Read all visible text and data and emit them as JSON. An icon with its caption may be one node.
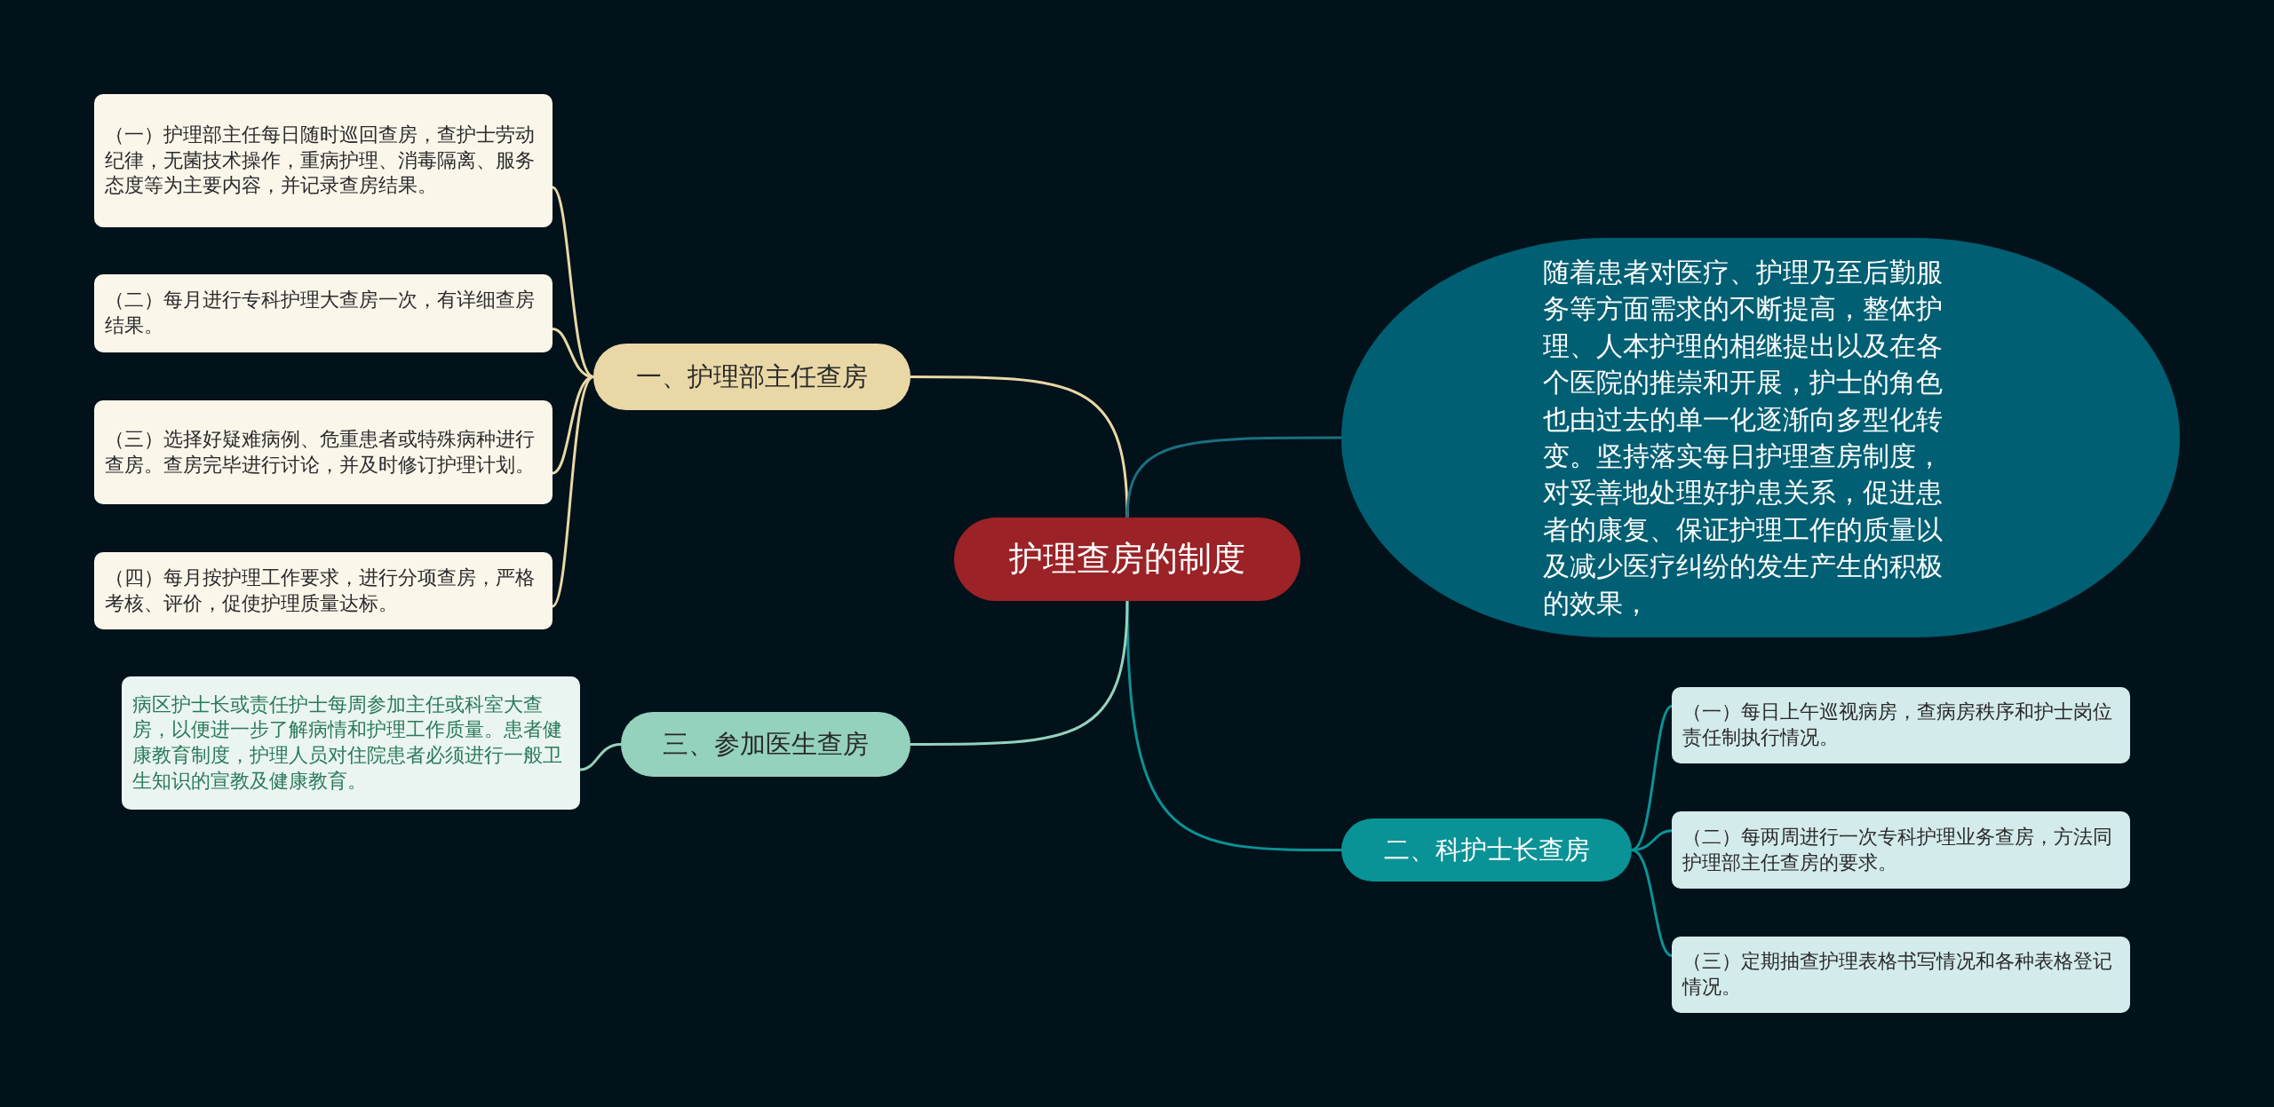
{
  "diagram": {
    "nodes": [
      {
        "text": [
          "护理查房的制度"
        ]
      },
      {
        "text": [
          "一、护理部主任查房"
        ]
      },
      {
        "text": [
          "（一）护理部主任每日随时巡回查房，查护士劳动纪律，无菌技术操作，重病护理、消毒隔离、服务态度等为主要内容，并记录查房结果。"
        ]
      },
      {
        "text": [
          "（二）每月进行专科护理大查房一次，有详细查房结果。"
        ]
      },
      {
        "text": [
          "（三）选择好疑难病例、危重患者或特殊病种进行查房。查房完毕进行讨论，并及时修订护理计划。"
        ]
      },
      {
        "text": [
          "（四）每月按护理工作要求，进行分项查房，严格考核、评价，促使护理质量达标。"
        ]
      },
      {
        "text": [
          "随着患者对医疗、护理乃至后勤服务等方面需求的不断提高，整体护理、人本护理的相继提出以及在各个医院的推崇和开展，护士的角色也由过去的单一化逐渐向多型化转变。坚持落实每日护理查房制度，对妥善地处理好护患关系，促进患者的康复、保证护理工作的质量以及减少医疗纠纷的发生产生的积极的效果，"
        ]
      },
      {
        "text": [
          "二、科护士长查房"
        ]
      },
      {
        "text": [
          "（一）每日上午巡视病房，查病房秩序和护士岗位责任制执行情况。"
        ]
      },
      {
        "text": [
          "（二）每两周进行一次专科护理业务查房，方法同护理部主任查房的要求。"
        ]
      },
      {
        "text": [
          "（三）定期抽查护理表格书写情况和各种表格登记情况。"
        ]
      },
      {
        "text": [
          "三、参加医生查房"
        ]
      },
      {
        "text": [
          "病区护士长或责任护士每周参加主任或科室大查房，以便进一步了解病情和护理工作质量。患者健康教育制度，护理人员对住院患者必须进行一般卫生知识的宣教及健康教育。"
        ]
      }
    ],
    "edges": [
      {
        "from": 0,
        "to": 1,
        "arrow": "none",
        "color": "#e9d8a6"
      },
      {
        "from": 1,
        "to": 2,
        "arrow": "none",
        "color": "#e9d8a6"
      },
      {
        "from": 1,
        "to": 3,
        "arrow": "none",
        "color": "#e9d8a6"
      },
      {
        "from": 1,
        "to": 4,
        "arrow": "none",
        "color": "#e9d8a6"
      },
      {
        "from": 1,
        "to": 5,
        "arrow": "none",
        "color": "#e9d8a6"
      },
      {
        "from": 0,
        "to": 6,
        "arrow": "none",
        "color": "#1b6f80"
      },
      {
        "from": 0,
        "to": 7,
        "arrow": "none",
        "color": "#0a9396"
      },
      {
        "from": 7,
        "to": 8,
        "arrow": "none",
        "color": "#0a9396"
      },
      {
        "from": 7,
        "to": 9,
        "arrow": "none",
        "color": "#0a9396"
      },
      {
        "from": 7,
        "to": 10,
        "arrow": "none",
        "color": "#0a9396"
      },
      {
        "from": 0,
        "to": 11,
        "arrow": "none",
        "color": "#94d2bd"
      },
      {
        "from": 11,
        "to": 12,
        "arrow": "none",
        "color": "#94d2bd"
      }
    ]
  }
}
